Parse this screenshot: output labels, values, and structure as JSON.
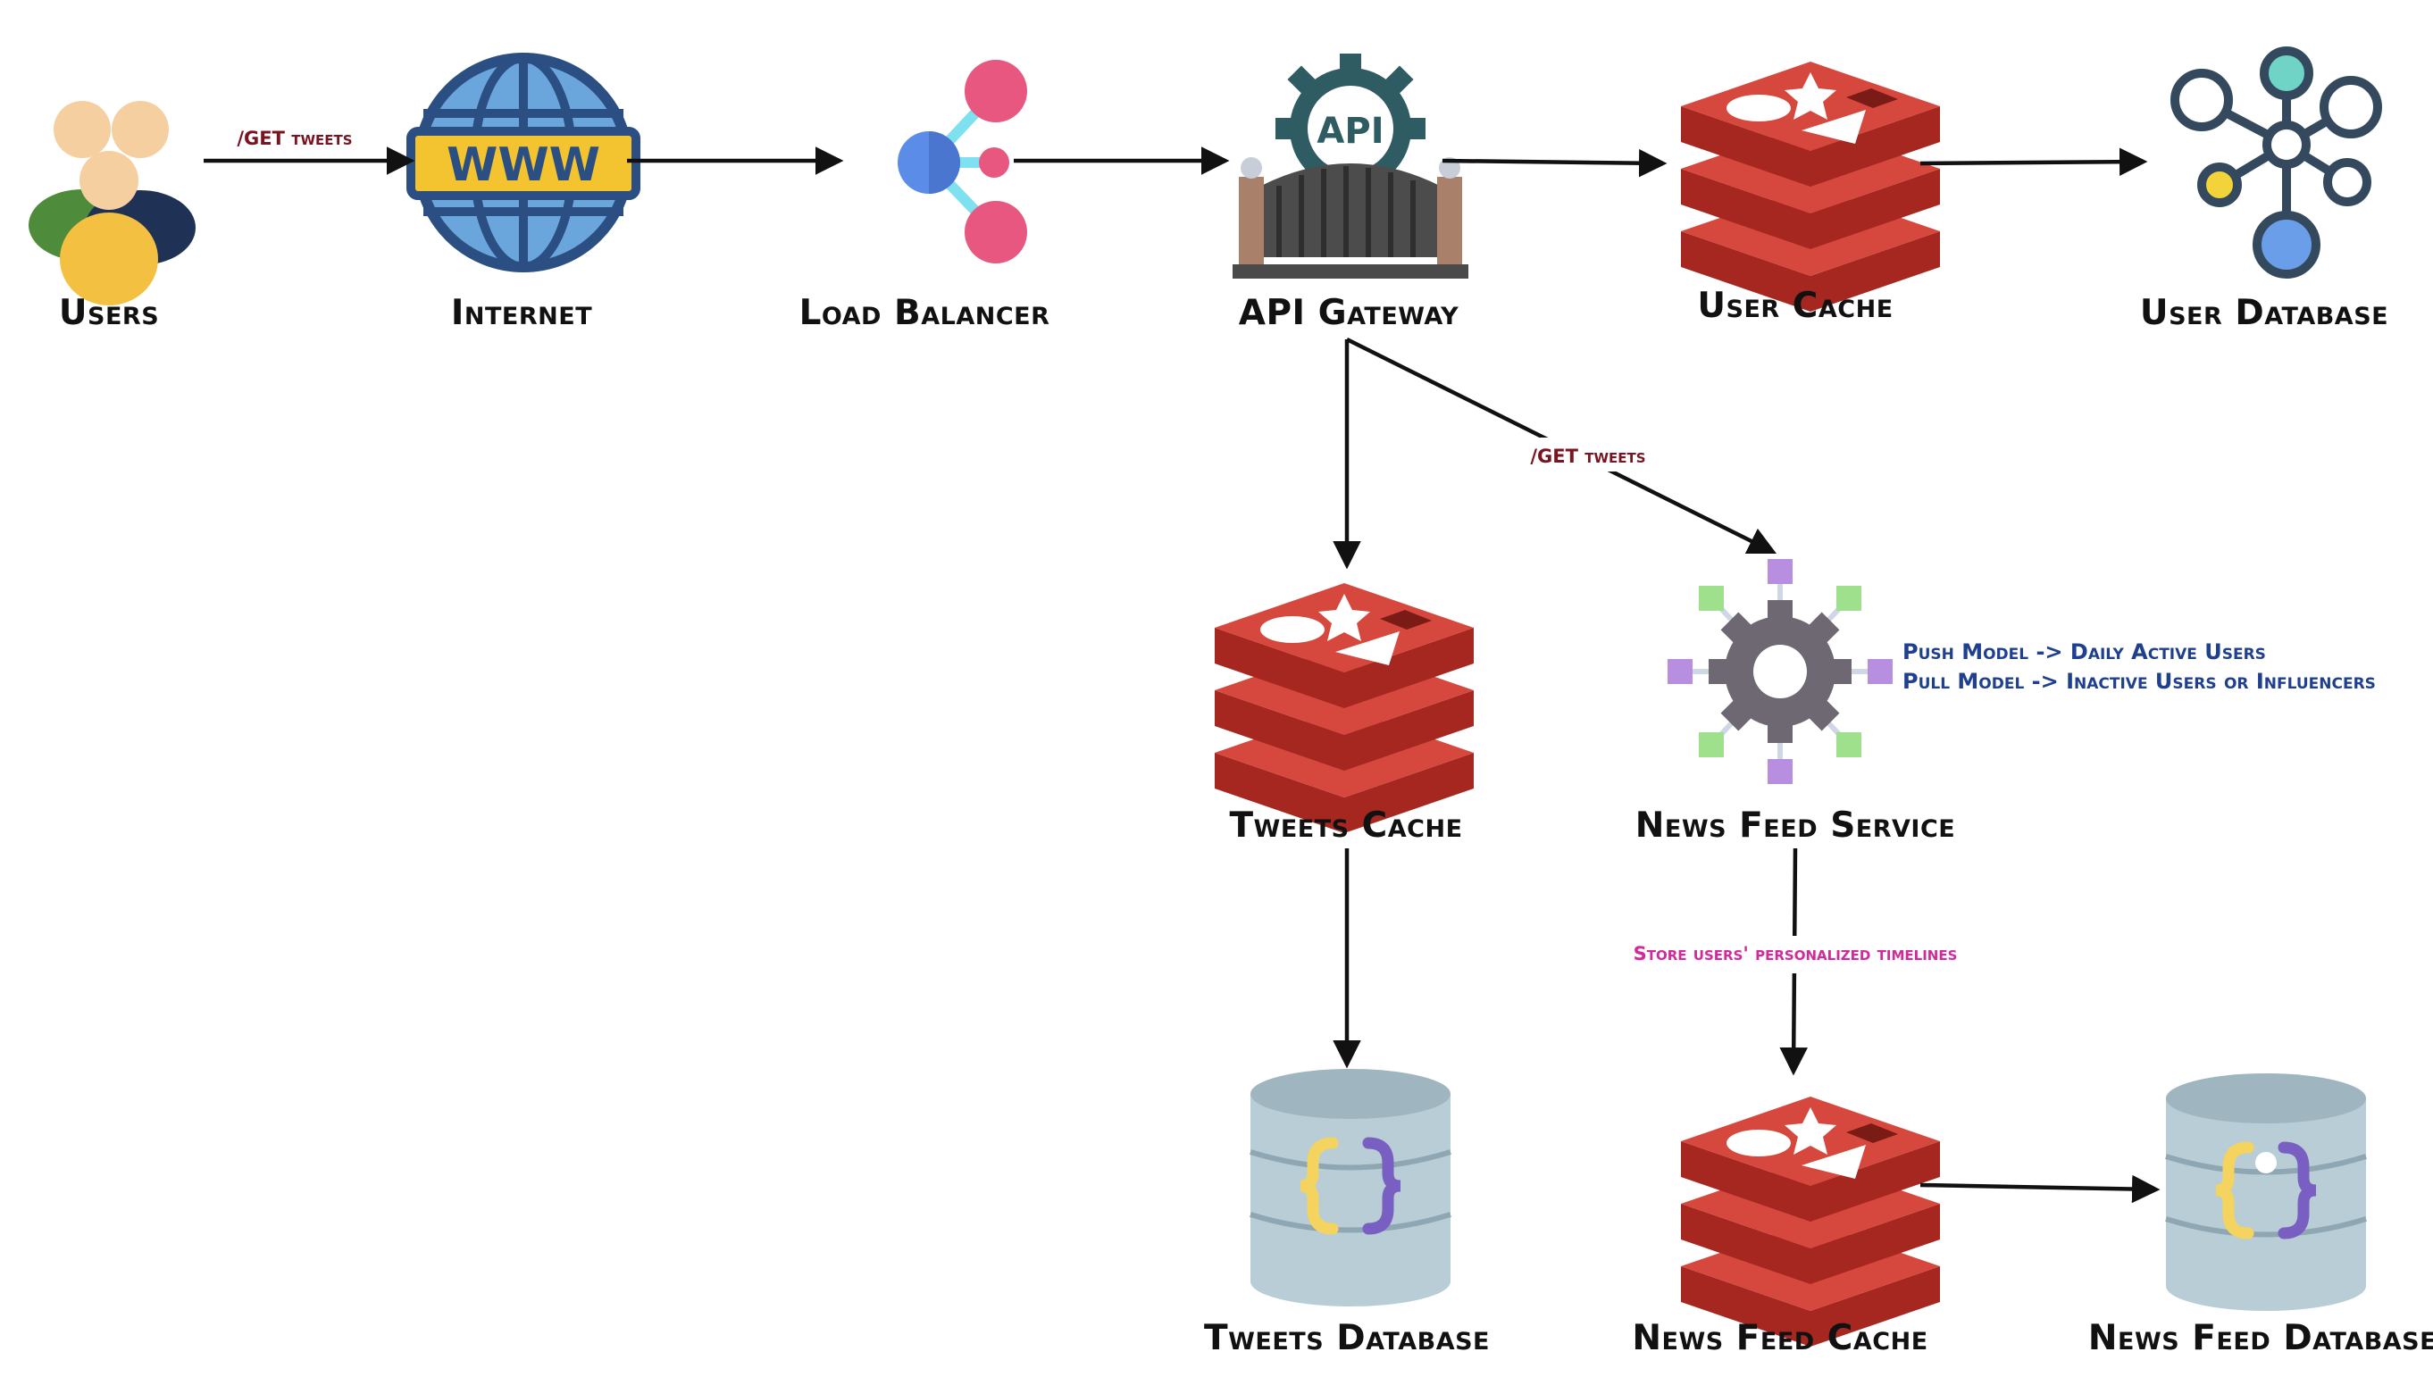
{
  "nodes": {
    "users": {
      "label": "Users",
      "icon": "users-icon"
    },
    "internet": {
      "label": "Internet",
      "icon": "globe-www-icon"
    },
    "load_balancer": {
      "label": "Load Balancer",
      "icon": "load-balancer-icon"
    },
    "api_gateway": {
      "label": "API Gateway",
      "icon": "api-gateway-icon"
    },
    "user_cache": {
      "label": "User Cache",
      "icon": "redis-cache-icon"
    },
    "user_database": {
      "label": "User Database",
      "icon": "network-database-icon"
    },
    "tweets_cache": {
      "label": "Tweets Cache",
      "icon": "redis-cache-icon"
    },
    "news_feed_service": {
      "label": "News Feed Service",
      "icon": "gear-service-icon"
    },
    "tweets_database": {
      "label": "Tweets Database",
      "icon": "json-database-icon"
    },
    "news_feed_cache": {
      "label": "News Feed Cache",
      "icon": "redis-cache-icon"
    },
    "news_feed_database": {
      "label": "News Feed Database",
      "icon": "json-database-icon"
    }
  },
  "edges": {
    "users_internet": "/GET tweets",
    "gateway_newsfeed": "/GET tweets",
    "newsfeed_cache": "Store users' personalized timelines"
  },
  "notes": {
    "push_model": "Push Model -> Daily Active Users",
    "pull_model": "Pull Model -> Inactive Users or Influencers"
  },
  "colors": {
    "edge_label": "#7a1420",
    "timeline_label": "#d12a9a",
    "note": "#1f3f8f",
    "redis_red": "#c4332a",
    "arrow": "#111111"
  }
}
